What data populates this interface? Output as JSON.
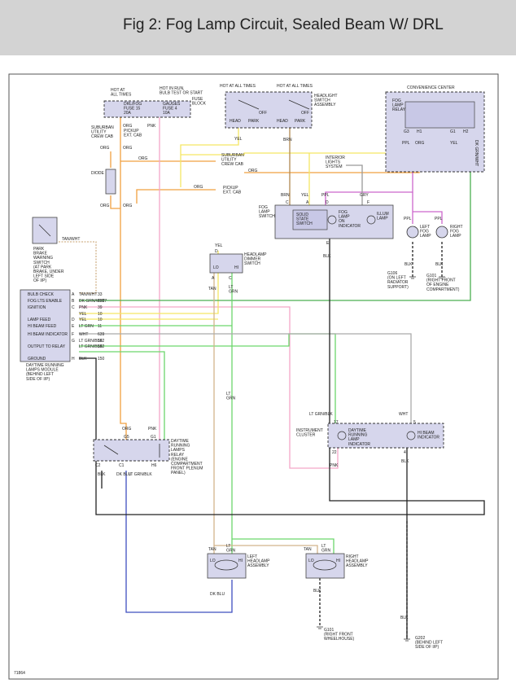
{
  "title": "Fig 2: Fog Lamp Circuit, Sealed Beam W/ DRL",
  "figure_id": "71864",
  "colors": {
    "header_bg": "#d3d3d3",
    "component_fill": "#d6d6ec",
    "org": "#f0a040",
    "pnk": "#f4a6c8",
    "yel": "#f5e663",
    "grn": "#6cd66c",
    "ppl": "#cc66cc",
    "blu": "#3f4fbf",
    "tan": "#d2b48c",
    "blk": "#222222",
    "gry": "#999999",
    "brn": "#b08850"
  },
  "fuse_block": {
    "hot1": "HOT AT\nALL TIMES",
    "hot2": "HOT IN RUN,\nBULB TEST OR START",
    "fuse15": "DRL/FOG\nFUSE 15\n20A",
    "fuse4": "GAUGES\nFUSE 4\n10A",
    "label": "FUSE\nBLOCK",
    "wire_org": "ORG",
    "wire_pnk": "PNK"
  },
  "headlight_switch": {
    "hot1": "HOT AT ALL TIMES",
    "hot2": "HOT AT ALL TIMES",
    "label": "HEADLIGHT\nSWITCH\nASSEMBLY",
    "head": "HEAD",
    "park": "PARK",
    "off": "OFF",
    "wire_yel": "YEL",
    "wire_brn": "BRN"
  },
  "convenience_center": {
    "title": "CONVENIENCE CENTER",
    "relay": "FOG\nLAMP\nRELAY",
    "pins": [
      "G3",
      "H1",
      "G1",
      "H2"
    ],
    "wires": [
      "PPL",
      "ORG",
      "YEL",
      "DK GRN/WHT"
    ]
  },
  "left_notes": {
    "suburban": "SUBURBAN\nUTILITY\nCREW CAB",
    "pickup": "PICKUP\nEXT. CAB",
    "diode": "DIODE",
    "org": "ORG"
  },
  "right_notes": {
    "suburban": "SUBURBAN\nUTILITY\nCREW CAB",
    "pickup": "PICKUP\nEXT. CAB",
    "org": "ORG",
    "interior": "INTERIOR\nLIGHTS\nSYSTEM"
  },
  "park_brake": {
    "label": "PARK\nBRAKE\nWARNING\nSWITCH\n(AT PARK\nBRAKE, UNDER\nLEFT SIDE\nOF I/P)",
    "wire": "TAN/WHT"
  },
  "fog_switch": {
    "label": "FOG\nLAMP\nSWITCH",
    "solid": "SOLID\nSTATE\nSWITCH",
    "ind": "FOG\nLAMP\nON\nINDICATOR",
    "illum": "ILLUM\nLAMP",
    "wires": [
      "BRN",
      "YEL",
      "PPL",
      "GRY"
    ],
    "pins": [
      "C",
      "A",
      "D",
      "F",
      "E"
    ],
    "blk": "BLK"
  },
  "fog_lamps": {
    "left": "LEFT\nFOG\nLAMP",
    "right": "RIGHT\nFOG\nLAMP",
    "ppl": "PPL",
    "blk": "BLK",
    "g106": "G106\n(ON LEFT\nRADIATOR\nSUPPORT)",
    "g101": "G101\n(RIGHT FRONT\nOF ENGINE\nCOMPARTMENT)"
  },
  "dimmer_switch": {
    "label": "HEADLAMP\nDIMMER\nSWITCH",
    "yel": "YEL",
    "lo": "LO",
    "hi": "HI",
    "tan": "TAN",
    "ltgrn": "LT\nGRN",
    "pins": [
      "D",
      "A",
      "C"
    ]
  },
  "drl_module": {
    "label": "DAYTIME RUNNING\nLAMPS MODULE\n(BEHIND LEFT\nSIDE OF I/P)",
    "rows": [
      {
        "name": "BULB CHECK",
        "pin": "A",
        "wire": "TAN/WHT",
        "cir": "33"
      },
      {
        "name": "FOG LTS ENABLE",
        "pin": "B",
        "wire": "DK GRN/WHT",
        "cir": "1317"
      },
      {
        "name": "IGNITION",
        "pin": "C",
        "wire": "PNK",
        "cir": "39"
      },
      {
        "name": "",
        "pin": "",
        "wire": "YEL",
        "cir": "10"
      },
      {
        "name": "LAMP FEED",
        "pin": "D",
        "wire": "YEL",
        "cir": "10"
      },
      {
        "name": "HI BEAM FEED",
        "pin": "E",
        "wire": "LT GRN",
        "cir": "11"
      },
      {
        "name": "HI BEAM INDICATOR",
        "pin": "F",
        "wire": "WHT",
        "cir": "639"
      },
      {
        "name": "",
        "pin": "G",
        "wire": "LT GRN/BLK",
        "cir": "592"
      },
      {
        "name": "OUTPUT TO RELAY",
        "pin": "",
        "wire": "LT GRN/BLK",
        "cir": "592"
      },
      {
        "name": "GROUND",
        "pin": "H",
        "wire": "BLK",
        "cir": "150"
      }
    ]
  },
  "drl_relay": {
    "label": "DAYTIME\nRUNNING\nLAMPS\nRELAY\n(ENGINE\nCOMPARTMENT\nFRONT PLENUM\nPANEL)",
    "top": [
      "ORG",
      "PNK",
      "G5",
      "G1"
    ],
    "bottom": [
      "C2",
      "C1",
      "H6"
    ],
    "wires": [
      "BLK",
      "DK BLU",
      "LT GRN/BLK"
    ]
  },
  "cluster": {
    "label": "INSTRUMENT\nCLUSTER",
    "drl_ind": "DAYTIME\nRUNNING\nLAMP\nINDICATOR",
    "hi_ind": "HI BEAM\nINDICATOR",
    "ltgrn": "LT GRN/BLK",
    "wht": "WHT",
    "pins": [
      "17",
      "22",
      "4",
      "5"
    ],
    "pnk": "PNK",
    "blk": "BLK"
  },
  "left_headlamp": {
    "label": "LEFT\nHEADLAMP\nASSEMBLY",
    "tan": "TAN",
    "ltgrn": "LT\nGRN",
    "lo": "LO",
    "hi": "HI",
    "dkblu": "DK BLU"
  },
  "right_headlamp": {
    "label": "RIGHT\nHEADLAMP\nASSEMBLY",
    "tan": "TAN",
    "ltgrn": "LT\nGRN",
    "lo": "LO",
    "hi": "HI",
    "blk": "BLK",
    "g101": "G101\n(RIGHT FRONT\nWHEELHOUSE)"
  },
  "ground_g202": {
    "blk": "BLK",
    "label": "G202\n(BEHIND LEFT\nSIDE OF I/P)"
  },
  "misc": {
    "ltgrn": "LT\nGRN",
    "org": "ORG",
    "pnk": "PNK",
    "blk": "BLK",
    "ppl": "PPL",
    "yel": "YEL",
    "org2": "ORG"
  }
}
